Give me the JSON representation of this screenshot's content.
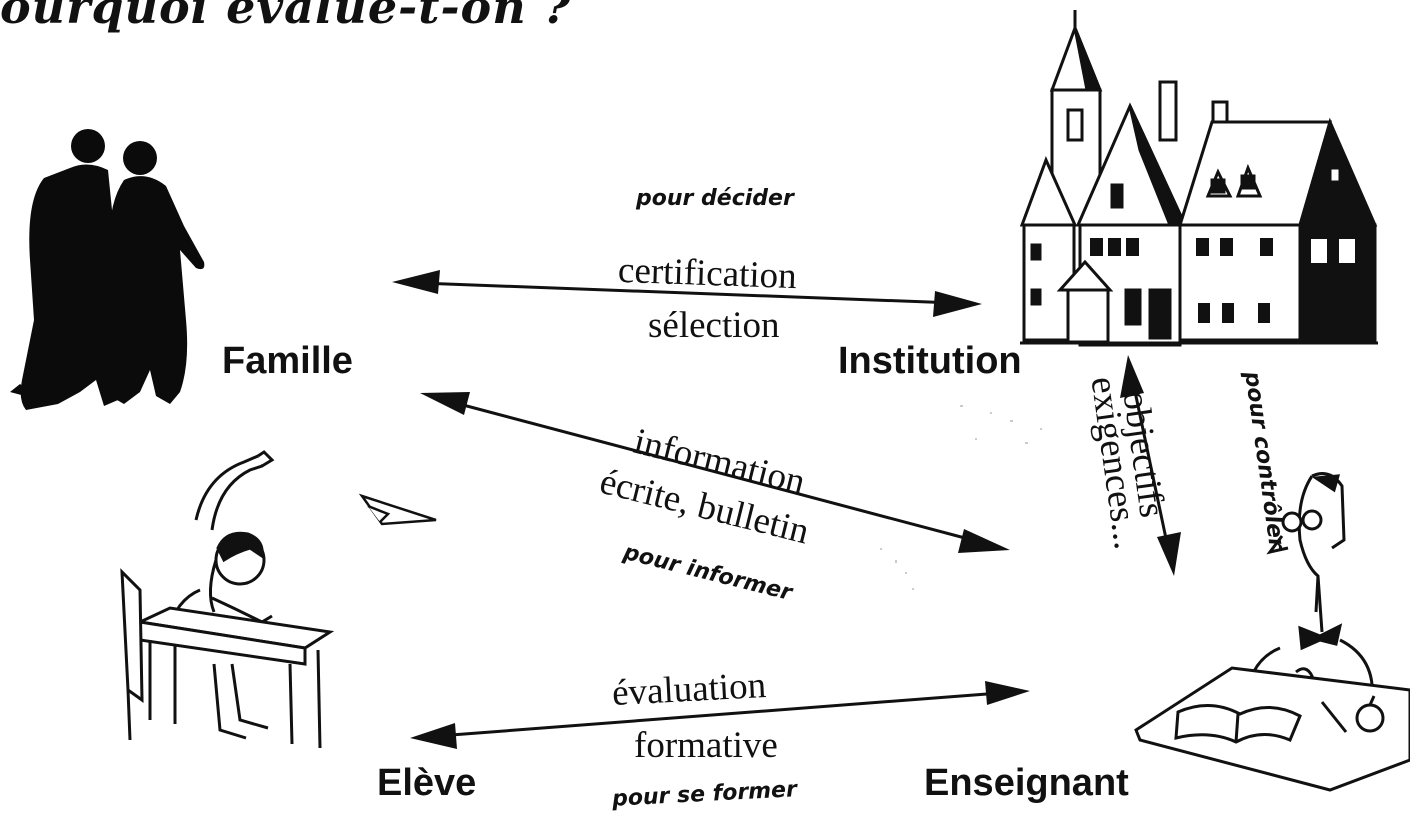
{
  "title": "ourquoi évalue-t-on ?",
  "actors": {
    "famille": "Famille",
    "institution": "Institution",
    "eleve": "Elève",
    "enseignant": "Enseignant"
  },
  "links": {
    "famille_institution": {
      "purpose": "pour décider",
      "line1": "certification",
      "line2": "sélection"
    },
    "famille_enseignant": {
      "line1": "information",
      "line2": "écrite, bulletin",
      "purpose": "pour informer"
    },
    "institution_enseignant": {
      "line1": "objectifs",
      "line2": "exigences...",
      "purpose": "pour contrôler"
    },
    "eleve_enseignant": {
      "line1": "évaluation",
      "line2": "formative",
      "purpose": "pour se former"
    }
  },
  "colors": {
    "ink": "#111111",
    "background": "#ffffff"
  }
}
